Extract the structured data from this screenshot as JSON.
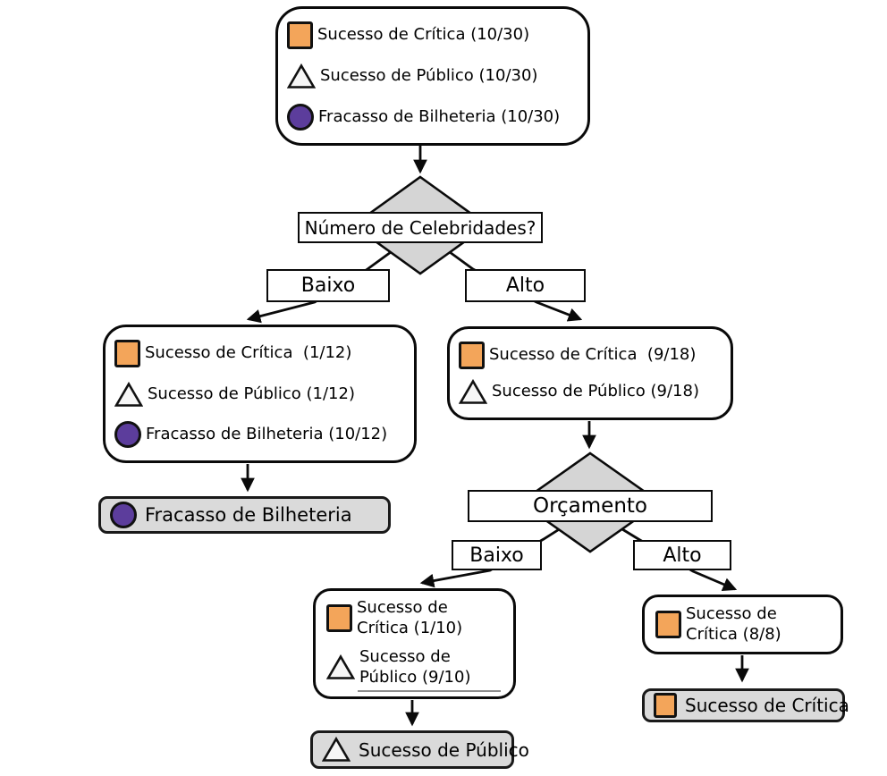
{
  "colors": {
    "critic_marker": "#F3A55A",
    "audience_marker": "#F7F7F7",
    "boxoffice_marker": "#5C3D9C",
    "leaf_background": "#DADADA",
    "diamond_background": "#D5D5D5"
  },
  "root_node": {
    "stats": [
      {
        "icon": "square-icon",
        "label": "Sucesso de Crítica (10/30)"
      },
      {
        "icon": "triangle-icon",
        "label": "Sucesso de Público (10/30)"
      },
      {
        "icon": "circle-icon",
        "label": "Fracasso de Bilheteria (10/30)"
      }
    ]
  },
  "decision_celebridades": {
    "question": "Número de Celebridades?",
    "branch_low": "Baixo",
    "branch_high": "Alto"
  },
  "node_celebridades_baixo": {
    "stats": [
      {
        "icon": "square-icon",
        "label": "Sucesso de Crítica  (1/12)"
      },
      {
        "icon": "triangle-icon",
        "label": "Sucesso de Público (1/12)"
      },
      {
        "icon": "circle-icon",
        "label": "Fracasso de Bilheteria (10/12)"
      }
    ]
  },
  "leaf_fracasso_bilheteria": {
    "icon": "circle-icon",
    "label": "Fracasso de Bilheteria"
  },
  "node_celebridades_alto": {
    "stats": [
      {
        "icon": "square-icon",
        "label": "Sucesso de Crítica  (9/18)"
      },
      {
        "icon": "triangle-icon",
        "label": "Sucesso de Público (9/18)"
      }
    ]
  },
  "decision_orcamento": {
    "question": "Orçamento",
    "branch_low": "Baixo",
    "branch_high": "Alto"
  },
  "node_orcamento_baixo": {
    "stats": [
      {
        "icon": "square-icon",
        "label": "Sucesso de\nCrítica (1/10)"
      },
      {
        "icon": "triangle-icon",
        "label": "Sucesso de\nPúblico (9/10)"
      }
    ]
  },
  "leaf_sucesso_publico": {
    "icon": "triangle-icon",
    "label": "Sucesso de Público"
  },
  "node_orcamento_alto": {
    "stats": [
      {
        "icon": "square-icon",
        "label": "Sucesso de\nCrítica (8/8)"
      }
    ]
  },
  "leaf_sucesso_critica": {
    "icon": "square-icon",
    "label": "Sucesso de Crítica"
  }
}
